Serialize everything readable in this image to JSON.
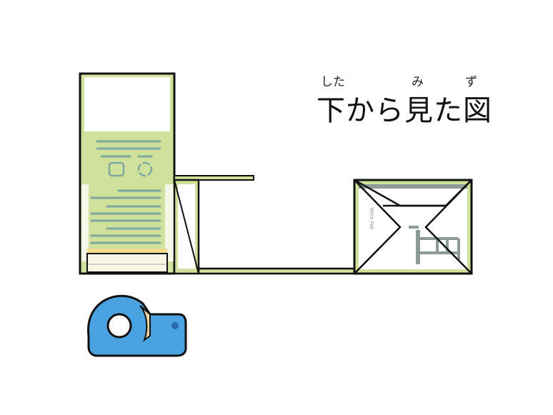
{
  "title": {
    "text": "下から見た図",
    "ruby_shita": "した",
    "ruby_mi": "み",
    "ruby_zu": "ず"
  },
  "carton_logo": "Tetra Pak",
  "colors": {
    "green": "#cfe19a",
    "pale": "#f3f7e8",
    "teal_line": "#7fa8a0",
    "grey": "#8c9a98",
    "outline": "#111111",
    "tape_blue": "#4aa3e0",
    "tape_roll": "#f0d6a0"
  },
  "icons": [
    "recycle-icon",
    "recycle-icon",
    "tape-dispenser-icon"
  ]
}
